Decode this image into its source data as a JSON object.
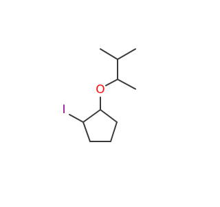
{
  "molecule": {
    "atoms": [
      {
        "symbol": "O",
        "label": "O",
        "color": "#ff0d0d"
      },
      {
        "symbol": "I",
        "label": "I",
        "color": "#940094"
      }
    ],
    "bond_color": "#3a3a3a"
  }
}
